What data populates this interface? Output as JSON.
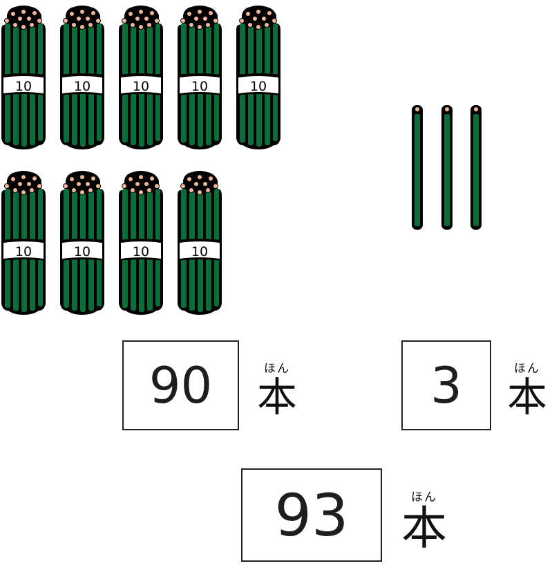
{
  "scene": {
    "bundle_label": "10",
    "bundle_count": 9,
    "loose_pencil_count": 3,
    "colors": {
      "pencil_green": "#0b6e3a",
      "outline": "#000000",
      "pencil_tip": "#f2b896",
      "band": "#ffffff"
    }
  },
  "equations": {
    "tens": {
      "value": "90",
      "unit": "本",
      "ruby": "ほん"
    },
    "ones": {
      "value": "3",
      "unit": "本",
      "ruby": "ほん"
    },
    "total": {
      "value": "93",
      "unit": "本",
      "ruby": "ほん"
    }
  }
}
